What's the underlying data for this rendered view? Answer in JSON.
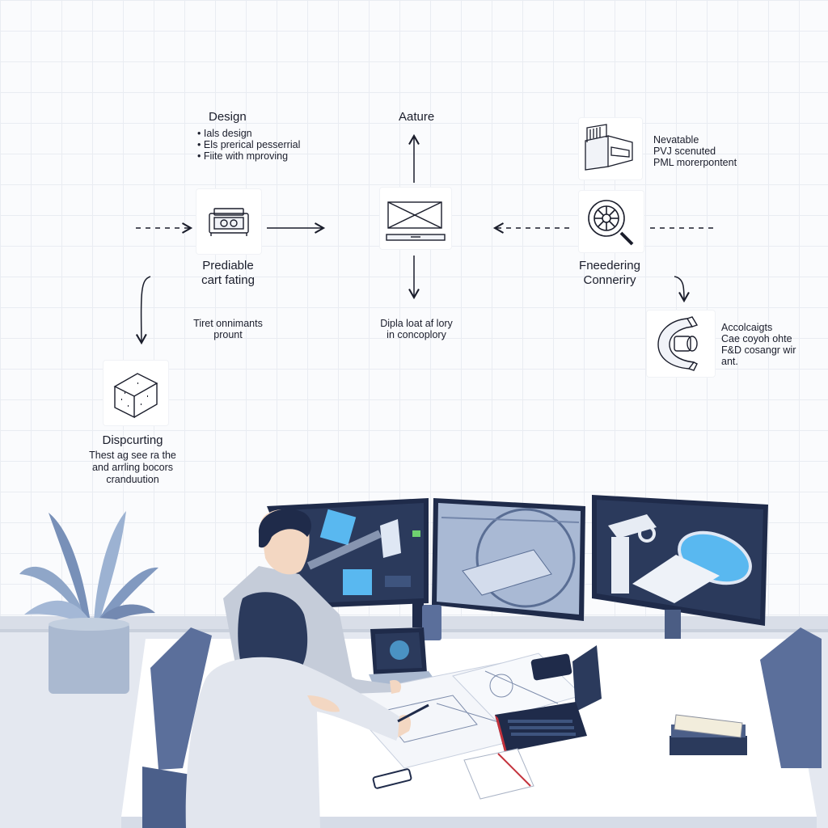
{
  "colors": {
    "navy": "#1f2b4a",
    "screen_blue": "#2b3a5c",
    "accent_cyan": "#59b8f0",
    "plant": "#8fa6c8",
    "desk": "#ffffff",
    "chair": "#5b6f9b",
    "line": "#1a1d2b"
  },
  "flow": {
    "design": {
      "title": "Design",
      "bullets": [
        "Ials design",
        "Els prerical pesserrial",
        "Fiite with mproving"
      ],
      "icon": "machine-icon"
    },
    "center": {
      "title": "Aature",
      "icon": "screen-icon"
    },
    "right_top": {
      "lines": [
        "Nevatable",
        "PVJ scenuted",
        "PML morerpontent"
      ],
      "icon": "printer-icon"
    },
    "predictable": {
      "lines": [
        "Prediable",
        "cart fating"
      ],
      "icon": "component-box-icon"
    },
    "freedering": {
      "lines": [
        "Fneedering",
        "Conneriry"
      ],
      "icon": "magnifier-gear-icon"
    },
    "tiret": {
      "lines": [
        "Tiret onnimants",
        "prount"
      ]
    },
    "dipla": {
      "lines": [
        "Dipla loat af lory",
        "in concoplory"
      ]
    },
    "accel": {
      "lines": [
        "Accolcaigts",
        "Cae coyoh ohte",
        "F&D cosangr wir",
        "ant."
      ],
      "icon": "clamp-part-icon"
    },
    "dispurting": {
      "title": "Dispcurting",
      "lines": [
        "Thest ag see ra the",
        "and arrling bocors",
        "cranduution"
      ],
      "icon": "cube-icon"
    }
  }
}
